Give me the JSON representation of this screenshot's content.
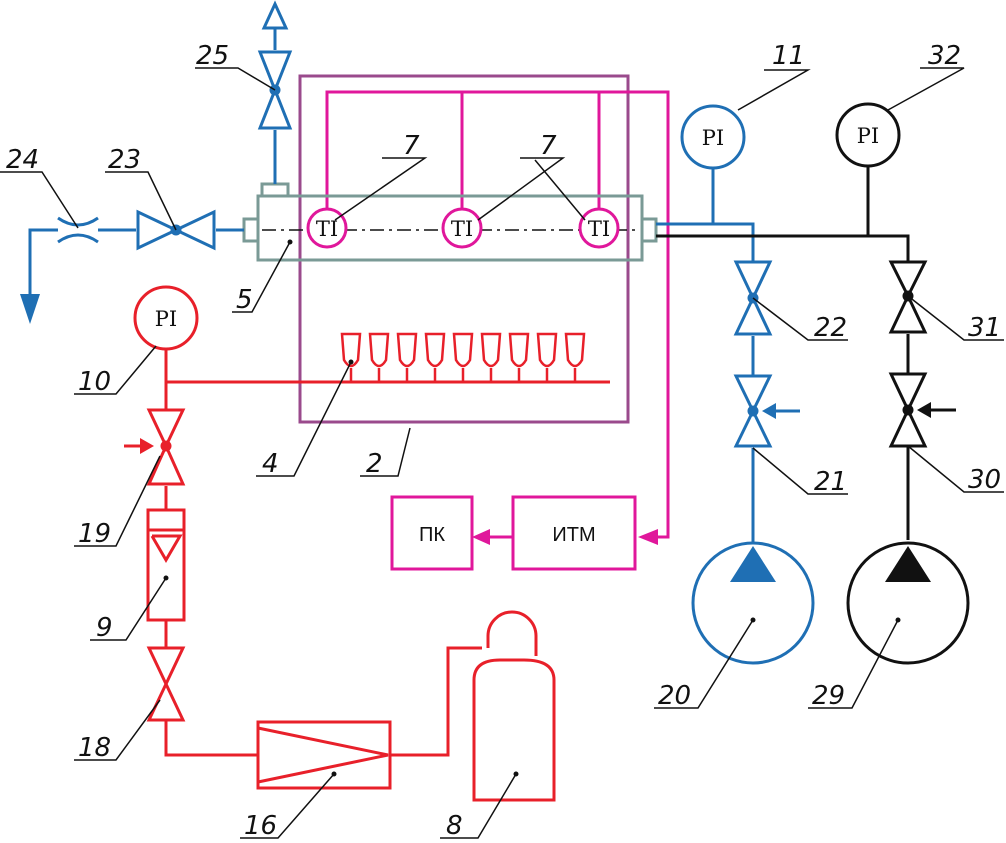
{
  "colors": {
    "red": "#e8202a",
    "blue": "#1f6fb4",
    "magenta": "#e0179b",
    "black": "#111111",
    "grey": "#7a9a96",
    "purple": "#9a4a8c"
  },
  "instruments": {
    "pi": "PI",
    "ti": "TI"
  },
  "boxes": {
    "pk": "ПК",
    "itm": "ИТМ"
  },
  "labels": {
    "n2": "2",
    "n4": "4",
    "n5": "5",
    "n7a": "7",
    "n7b": "7",
    "n8": "8",
    "n9": "9",
    "n10": "10",
    "n11": "11",
    "n16": "16",
    "n18": "18",
    "n19": "19",
    "n20": "20",
    "n21": "21",
    "n22": "22",
    "n23": "23",
    "n24": "24",
    "n25": "25",
    "n29": "29",
    "n30": "30",
    "n31": "31",
    "n32": "32"
  }
}
